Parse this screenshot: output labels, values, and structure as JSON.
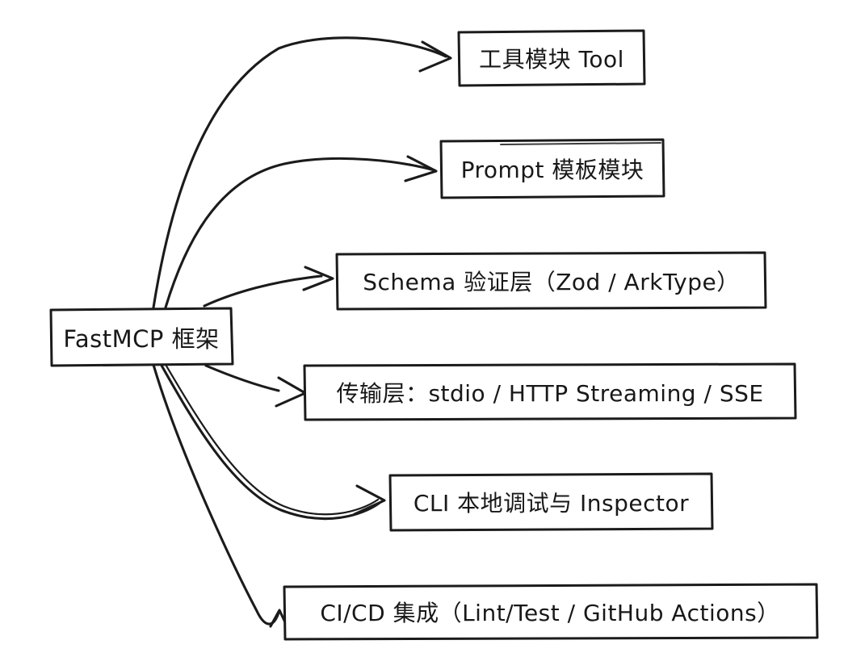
{
  "diagram": {
    "type": "mind-map",
    "background_color": "#ffffff",
    "stroke_color": "#1b1b1b",
    "text_color": "#181818",
    "root_node": {
      "label": "FastMCP 框架"
    },
    "branch_nodes": [
      {
        "label": "工具模块 Tool"
      },
      {
        "label": "Prompt 模板模块"
      },
      {
        "label": "Schema 验证层（Zod / ArkType）"
      },
      {
        "label": "传输层：stdio / HTTP Streaming / SSE"
      },
      {
        "label": "CLI 本地调试与 Inspector"
      },
      {
        "label": "CI/CD 集成（Lint/Test / GitHub Actions）"
      }
    ],
    "edges": [
      {
        "from": "FastMCP 框架",
        "to": "工具模块 Tool"
      },
      {
        "from": "FastMCP 框架",
        "to": "Prompt 模板模块"
      },
      {
        "from": "FastMCP 框架",
        "to": "Schema 验证层（Zod / ArkType）"
      },
      {
        "from": "FastMCP 框架",
        "to": "传输层：stdio / HTTP Streaming / SSE"
      },
      {
        "from": "FastMCP 框架",
        "to": "CLI 本地调试与 Inspector"
      },
      {
        "from": "FastMCP 框架",
        "to": "CI/CD 集成（Lint/Test / GitHub Actions）"
      }
    ]
  }
}
